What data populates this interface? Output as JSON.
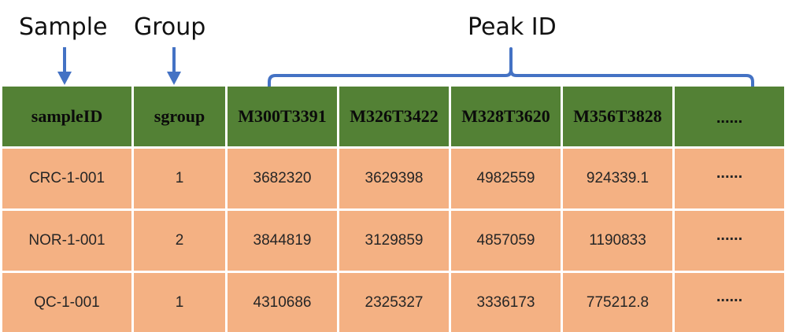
{
  "annotations": {
    "sample": "Sample",
    "group": "Group",
    "peak_id": "Peak ID"
  },
  "colors": {
    "header_bg": "#538135",
    "cell_bg": "#F4B183",
    "arrow": "#4472C4"
  },
  "table": {
    "columns": [
      "sampleID",
      "sgroup",
      "M300T3391",
      "M326T3422",
      "M328T3620",
      "M356T3828",
      "......"
    ],
    "rows": [
      [
        "CRC-1-001",
        "1",
        "3682320",
        "3629398",
        "4982559",
        "924339.1",
        "......"
      ],
      [
        "NOR-1-001",
        "2",
        "3844819",
        "3129859",
        "4857059",
        "1190833",
        "......"
      ],
      [
        "QC-1-001",
        "1",
        "4310686",
        "2325327",
        "3336173",
        "775212.8",
        "......"
      ]
    ]
  }
}
